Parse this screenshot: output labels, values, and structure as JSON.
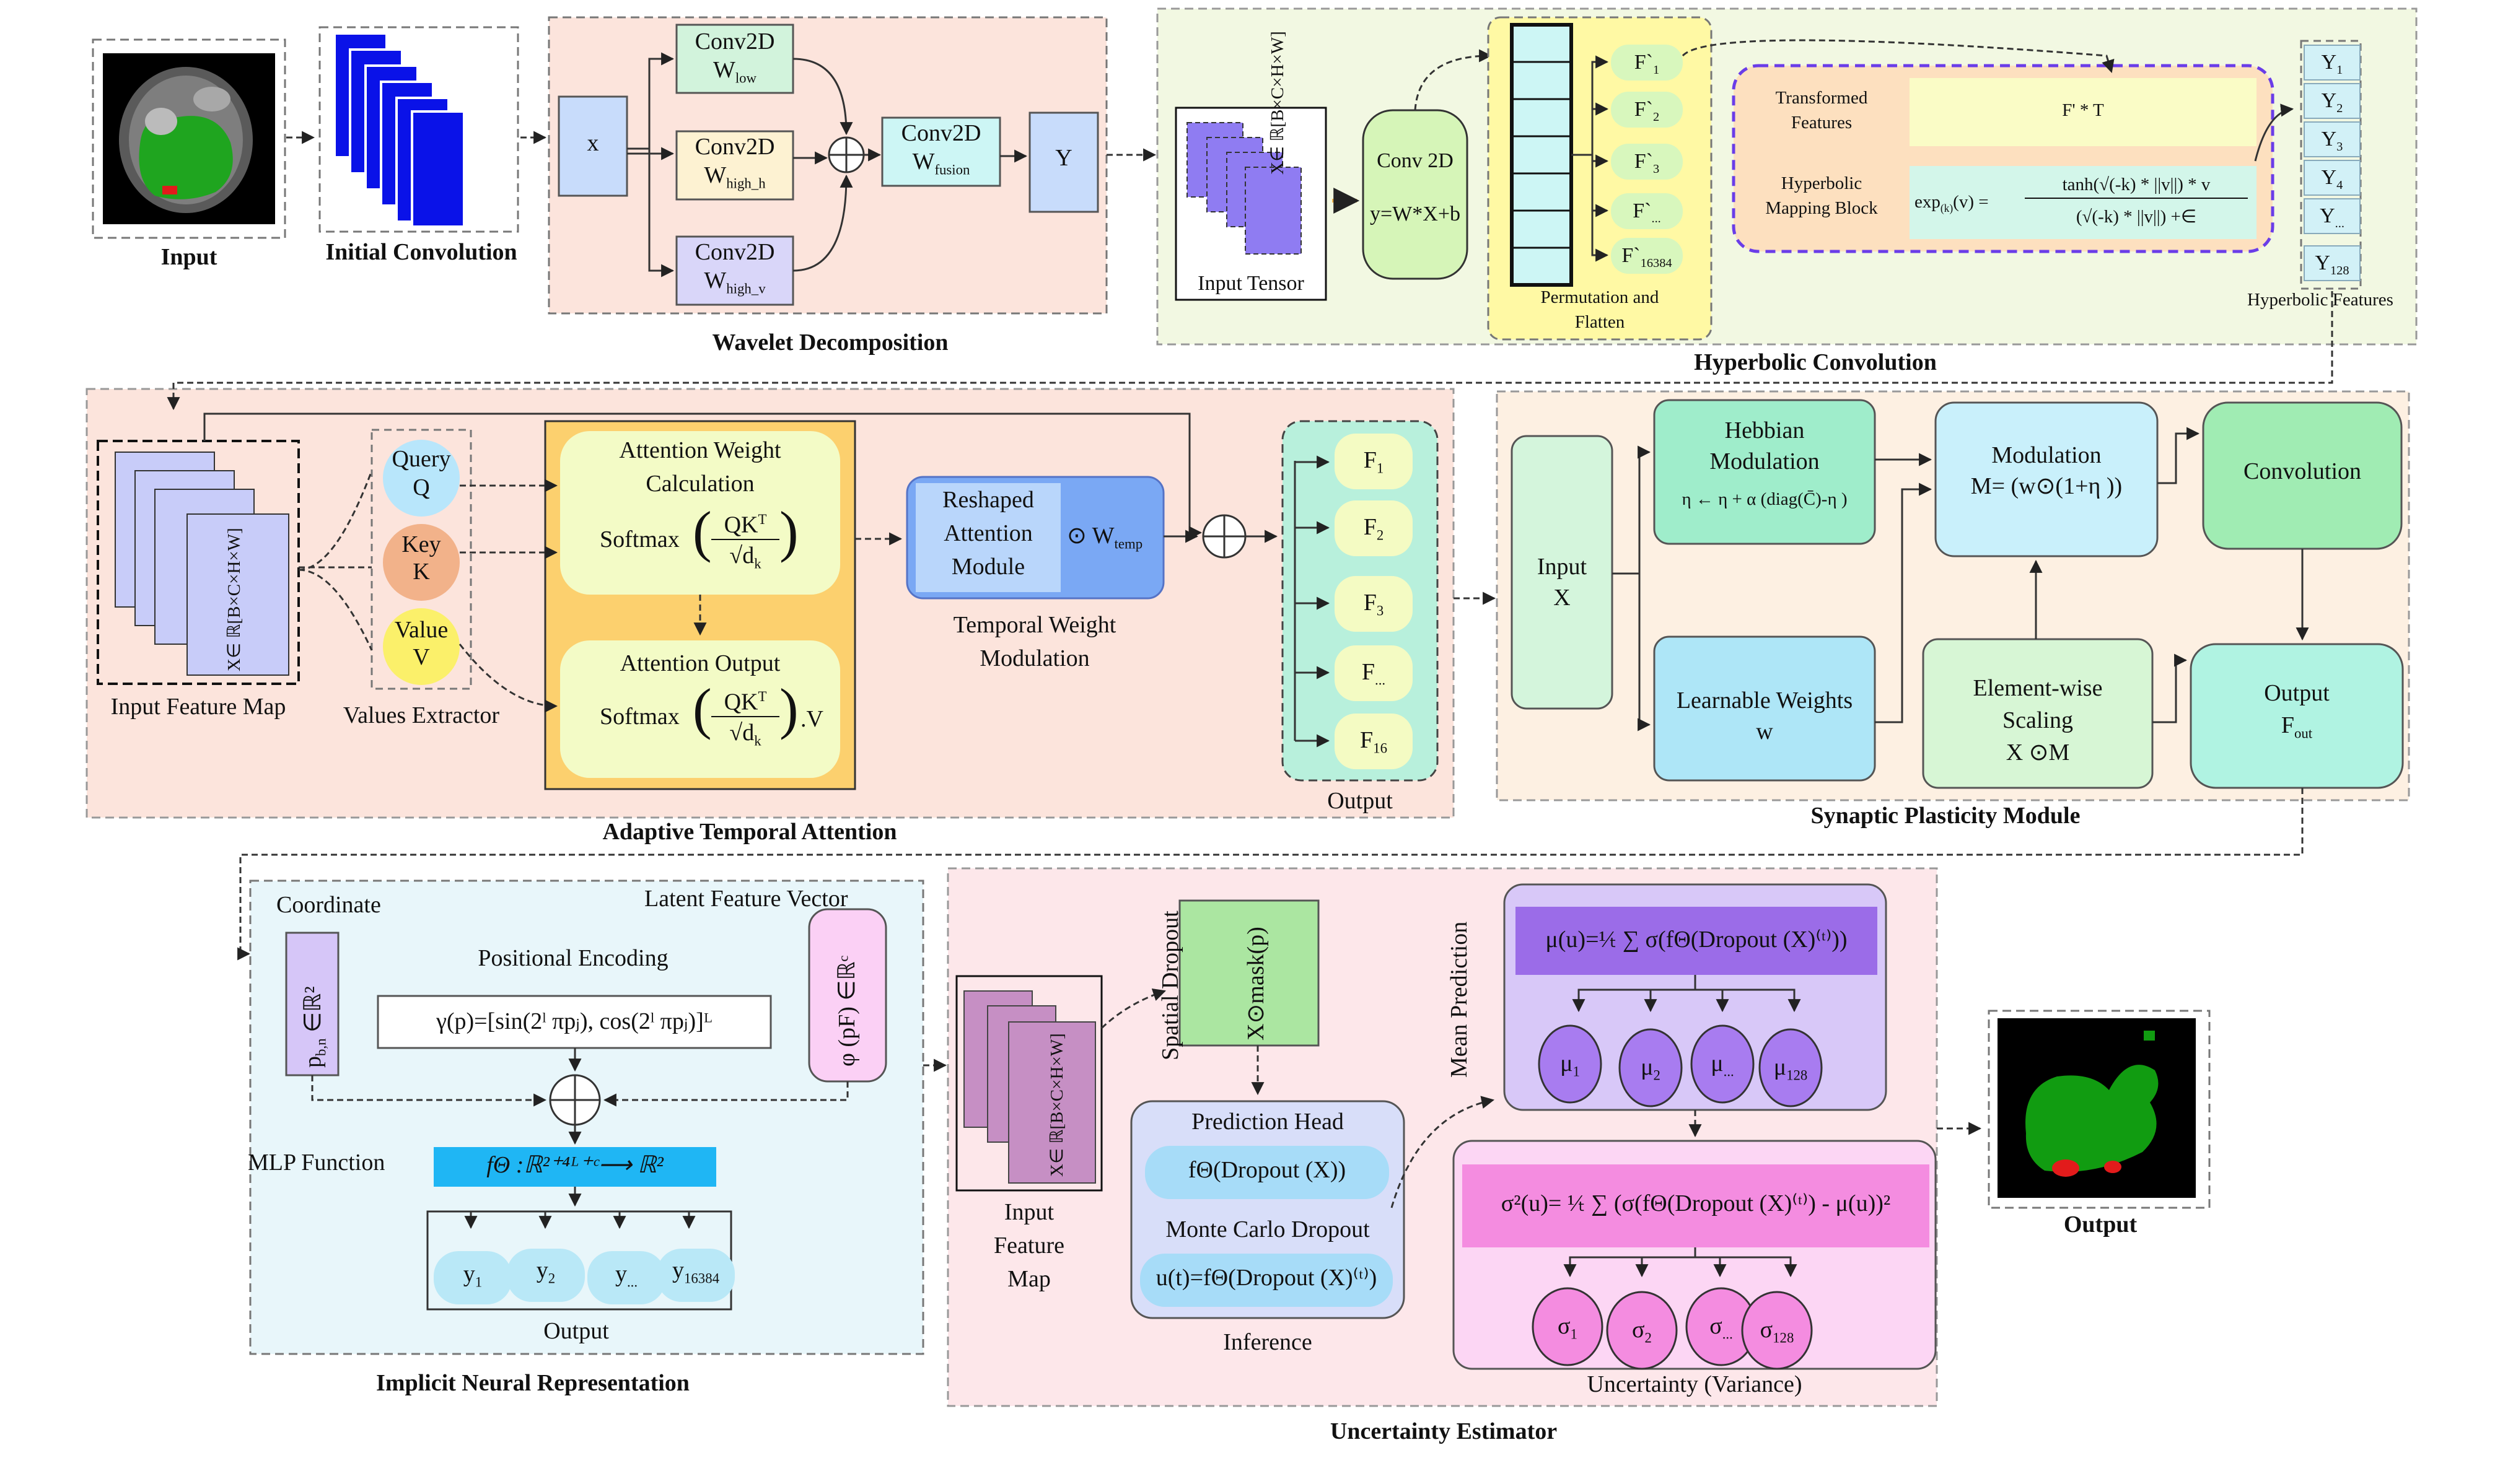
{
  "top": {
    "input_label": "Input",
    "initial_conv_label": "Initial Convolution",
    "wavelet": {
      "title": "Wavelet Decomposition",
      "x_node": "x",
      "conv_low": "Conv2D",
      "w_low": "W",
      "w_low_sub": "low",
      "conv_high_h": "Conv2D",
      "w_high_h": "W",
      "w_high_h_sub": "high_h",
      "conv_high_v": "Conv2D",
      "w_high_v": "W",
      "w_high_v_sub": "high_v",
      "conv_fusion": "Conv2D",
      "w_fusion": "W",
      "w_fusion_sub": "fusion",
      "y_node": "Y"
    },
    "hyperbolic": {
      "title": "Hyperbolic Convolution",
      "input_tensor": "Input Tensor",
      "tensor_text": "X∈ ℝ[B×C×H×W]",
      "conv_title": "Conv 2D",
      "conv_formula": "y=W*X+b",
      "perm_label_1": "Permutation and",
      "perm_label_2": "Flatten",
      "f_items": [
        "F`",
        "F`",
        "F`",
        "F`",
        "F`"
      ],
      "f_subs": [
        "1",
        "2",
        "3",
        "...",
        "16384"
      ],
      "transformed_label_1": "Transformed",
      "transformed_label_2": "Features",
      "transformed_formula": "F' * T",
      "mapping_label_1": "Hyperbolic",
      "mapping_label_2": "Mapping Block",
      "exp_lhs": "exp",
      "exp_sub": "(k)",
      "exp_arg": "(v) =",
      "exp_num": "tanh(√(-k) * ||v||) * v",
      "exp_den": "(√(-k) * ||v||) +∈",
      "y_items": [
        "Y",
        "Y",
        "Y",
        "Y",
        "Y",
        "Y"
      ],
      "y_subs": [
        "1",
        "2",
        "3",
        "4",
        "...",
        "128"
      ],
      "features_label": "Hyperbolic Features"
    }
  },
  "middle": {
    "attention": {
      "title": "Adaptive Temporal Attention",
      "input_map_label": "Input Feature Map",
      "tensor_text": "X∈ ℝ[B×C×H×W]",
      "query": "Query",
      "query_sym": "Q",
      "key": "Key",
      "key_sym": "K",
      "value": "Value",
      "value_sym": "V",
      "values_extractor": "Values Extractor",
      "weight_calc_1": "Attention Weight",
      "weight_calc_2": "Calculation",
      "softmax": "Softmax",
      "qk": "QK",
      "qk_sup": "T",
      "dk": "√d",
      "dk_sub": "k",
      "attn_output": "Attention Output",
      "dot_v": ".V",
      "reshaped_1": "Reshaped",
      "reshaped_2": "Attention",
      "reshaped_3": "Module",
      "w_temp": "W",
      "w_temp_sub": "temp",
      "temporal_label_1": "Temporal Weight",
      "temporal_label_2": "Modulation",
      "f_items": [
        "F",
        "F",
        "F",
        "F",
        "F"
      ],
      "f_subs": [
        "1",
        "2",
        "3",
        "...",
        "16"
      ],
      "output_label": "Output"
    },
    "synaptic": {
      "title": "Synaptic Plasticity Module",
      "input_1": "Input",
      "input_2": "X",
      "hebbian_1": "Hebbian",
      "hebbian_2": "Modulation",
      "hebbian_formula": "η ← η + α  (diag(C̄)-η )",
      "modulation_1": "Modulation",
      "modulation_formula": "M= (w⊙(1+η ))",
      "convolution": "Convolution",
      "learnable_1": "Learnable Weights",
      "learnable_2": "w",
      "elementwise_1": "Element-wise",
      "elementwise_2": "Scaling",
      "elementwise_3": "X ⊙M",
      "output_1": "Output",
      "output_2": "F",
      "output_sub": "out"
    }
  },
  "bottom": {
    "inr": {
      "title": "Implicit Neural Representation",
      "coordinate": "Coordinate",
      "latent": "Latent Feature Vector",
      "positional": "Positional Encoding",
      "p_box": "p",
      "p_sub": "b,n",
      "p_space": "∈ℝ²",
      "phi_box": "φ (pF) ∈ℝᶜ",
      "gamma": "γ(p)=[sin(2ˡ πpⱼ), cos(2ˡ πpⱼ)]ᴸ",
      "mlp_label": "MLP Function",
      "mlp_formula": "fΘ :ℝ²⁺⁴ᴸ⁺ᶜ⟶ ℝ²",
      "y_items": [
        "y",
        "y",
        "y",
        "y"
      ],
      "y_subs": [
        "1",
        "2",
        "...",
        "16384"
      ],
      "output_label": "Output"
    },
    "uncertainty": {
      "title": "Uncertainty Estimator",
      "input_map_1": "Input",
      "input_map_2": "Feature",
      "input_map_3": "Map",
      "tensor_text": "X∈ ℝ[B×C×H×W]",
      "spatial_dropout": "Spatial Dropout",
      "mask": "X⊙mask(p)",
      "prediction_head": "Prediction Head",
      "f_dropout": "fΘ(Dropout (X))",
      "mc_dropout": "Monte Carlo Dropout",
      "u_formula": "u(t)=fΘ(Dropout (X)⁽ᵗ⁾)",
      "inference": "Inference",
      "mean_prediction": "Mean Prediction",
      "mu_formula": "μ(u)=¹⁄ₜ ∑ σ(fΘ(Dropout (X)⁽ᵗ⁾))",
      "mu_items": [
        "μ",
        "μ",
        "μ",
        "μ"
      ],
      "mu_subs": [
        "1",
        "2",
        "...",
        "128"
      ],
      "var_formula": "σ²(u)= ¹⁄ₜ ∑ (σ(fΘ(Dropout (X)⁽ᵗ⁾) - μ(u))²",
      "sigma_items": [
        "σ",
        "σ",
        "σ",
        "σ"
      ],
      "sigma_subs": [
        "1",
        "2",
        "...",
        "128"
      ],
      "var_label": "Uncertainty (Variance)"
    },
    "output_label": "Output"
  },
  "colors": {
    "salmon_panel": "#fce4dc",
    "yellow_panel": "#f2f8e2",
    "peach_panel": "#fdf0e2",
    "cyan_panel": "#e8f6fa",
    "pink_panel": "#fde7ea",
    "blue_node": "#c8dcfb",
    "green_node": "#d2f3dc",
    "mint_node": "#9fedcb",
    "sky_node": "#aee6f7",
    "purple_node": "#b09cf4",
    "lavender_node": "#d8c8f8",
    "magenta_node": "#f48ce0"
  }
}
